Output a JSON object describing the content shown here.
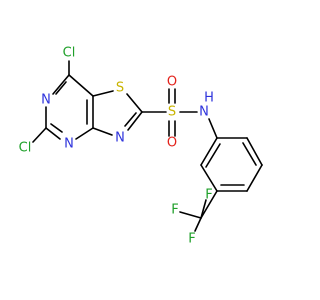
{
  "molecule": {
    "colors": {
      "carbon_bond": "#000000",
      "Cl": "#1fa02a",
      "N": "#2e33dc",
      "S": "#c9b400",
      "O": "#e3221b",
      "F": "#1fa02a"
    },
    "atoms": {
      "cl_top": "Cl",
      "cl_left": "Cl",
      "n_pyr_upper": "N",
      "n_pyr_lower": "N",
      "n_thiazole": "N",
      "s_thiazole": "S",
      "s_sulfonyl": "S",
      "o_upper": "O",
      "o_lower": "O",
      "n_amide": "N",
      "h_amide": "H",
      "f_left": "F",
      "f_top": "F",
      "f_bottom": "F"
    }
  }
}
